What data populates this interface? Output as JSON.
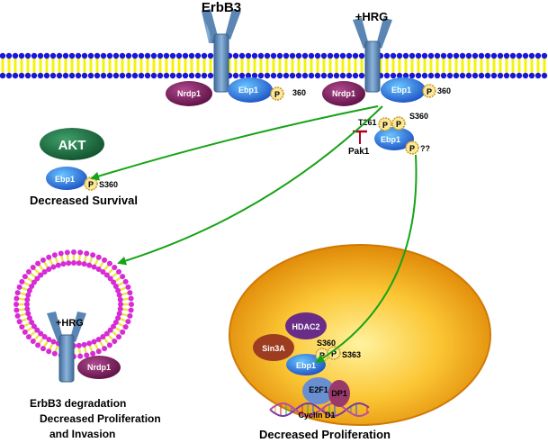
{
  "labels": {
    "erbb3_top": "ErbB3",
    "hrg_top": "+HRG",
    "nrdp1_a": "Nrdp1",
    "ebp1_a": "Ebp1",
    "p_a": "P",
    "site_a": "360",
    "nrdp1_b": "Nrdp1",
    "ebp1_b": "Ebp1",
    "p_b": "P",
    "site_b": "360",
    "t261": "T261",
    "p_c1": "P",
    "p_c2": "P",
    "s360_c": "S360",
    "ebp1_c": "Ebp1",
    "p_c3": "P",
    "qq": "??",
    "pak1": "Pak1",
    "akt": "AKT",
    "ebp1_akt": "Ebp1",
    "p_akt": "P",
    "s360_akt": "S360",
    "decreased_survival": "Decreased  Survival",
    "hrg_vesicle": "+HRG",
    "nrdp1_vesicle": "Nrdp1",
    "erbb3_degradation": "ErbB3 degradation",
    "decreased_prolif_invasion": "Decreased Proliferation",
    "and_invasion": "and Invasion",
    "hdac2": "HDAC2",
    "sin3a": "Sin3A",
    "s360_n": "S360",
    "p_n1": "P",
    "p_n2": "P",
    "s363": "S363",
    "ebp1_n": "Ebp1",
    "e2f1": "E2F1",
    "dp1": "DP1",
    "cyclin_d1": "Cyclin D1",
    "decreased_proliferation": "Decreased  Proliferation"
  },
  "colors": {
    "receptor": "#5b86b3",
    "membrane_head": "#1a18d6",
    "membrane_tail": "#f7f20a",
    "nrdp1": "#7a1a5a",
    "ebp1": "#2a6fd6",
    "phospho": "#fbe89a",
    "akt": "#1e6b40",
    "arrow": "#17a317",
    "inhibit": "#b00020",
    "nucleus": "#f2a010",
    "hdac2": "#6a2d87",
    "sin3a": "#9c3c20",
    "e2f1": "#6a8fd0",
    "dp1": "#9a3a6a",
    "vesicle_head": "#d82ad8",
    "vesicle_tail": "#e8e84a"
  }
}
